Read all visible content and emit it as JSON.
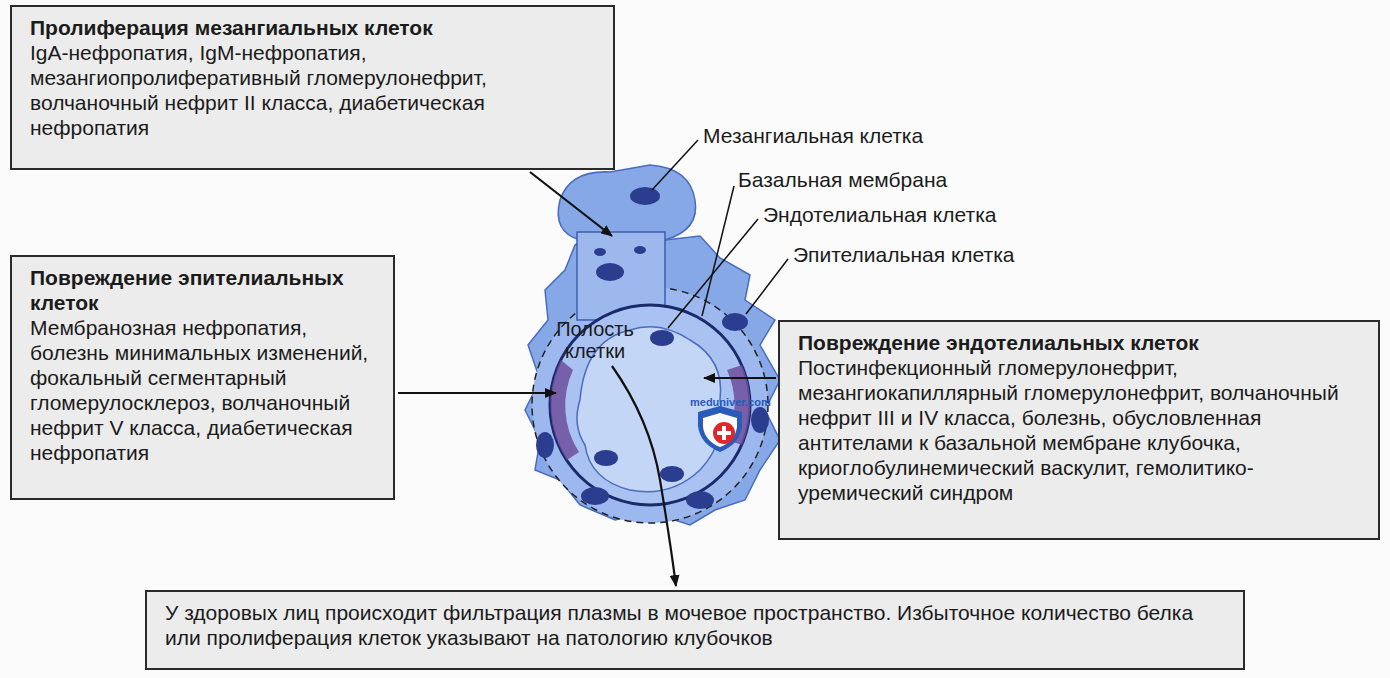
{
  "diagram": {
    "nodes": [
      {
        "text": [
          "Пролиферация мезангиальных клеток",
          "IgA-нефропатия, IgM-нефропатия, мезангиопролиферативный гломерулонефрит, волчаночный нефрит II класса, диабетическая нефропатия"
        ]
      },
      {
        "text": [
          "Повреждение эпителиальных клеток",
          "Мембранозная нефропатия, болезнь минимальных изменений, фокальный сегментарный гломерулосклероз, волчаночный нефрит V класса, диабетическая нефропатия"
        ]
      },
      {
        "text": [
          "Повреждение эндотелиальных клеток",
          "Постинфекционный гломерулонефрит, мезангиокапиллярный гломерулонефрит, волчаночный нефрит III и IV класса, болезнь, обусловленная антителами к базальной мембране клубочка, криоглобулинемический васкулит, гемолитико-уремический синдром"
        ]
      },
      {
        "text": [
          "У здоровых лиц происходит фильтрация плазмы в мочевое пространство. Избыточное количество белка или пролиферация клеток указывают на патологию клубочков"
        ]
      }
    ],
    "labels": [
      "Мезангиальная клетка",
      "Базальная мембрана",
      "Эндотелиальная клетка",
      "Эпителиальная клетка",
      "Полость клетки",
      "meduniver.com"
    ]
  }
}
